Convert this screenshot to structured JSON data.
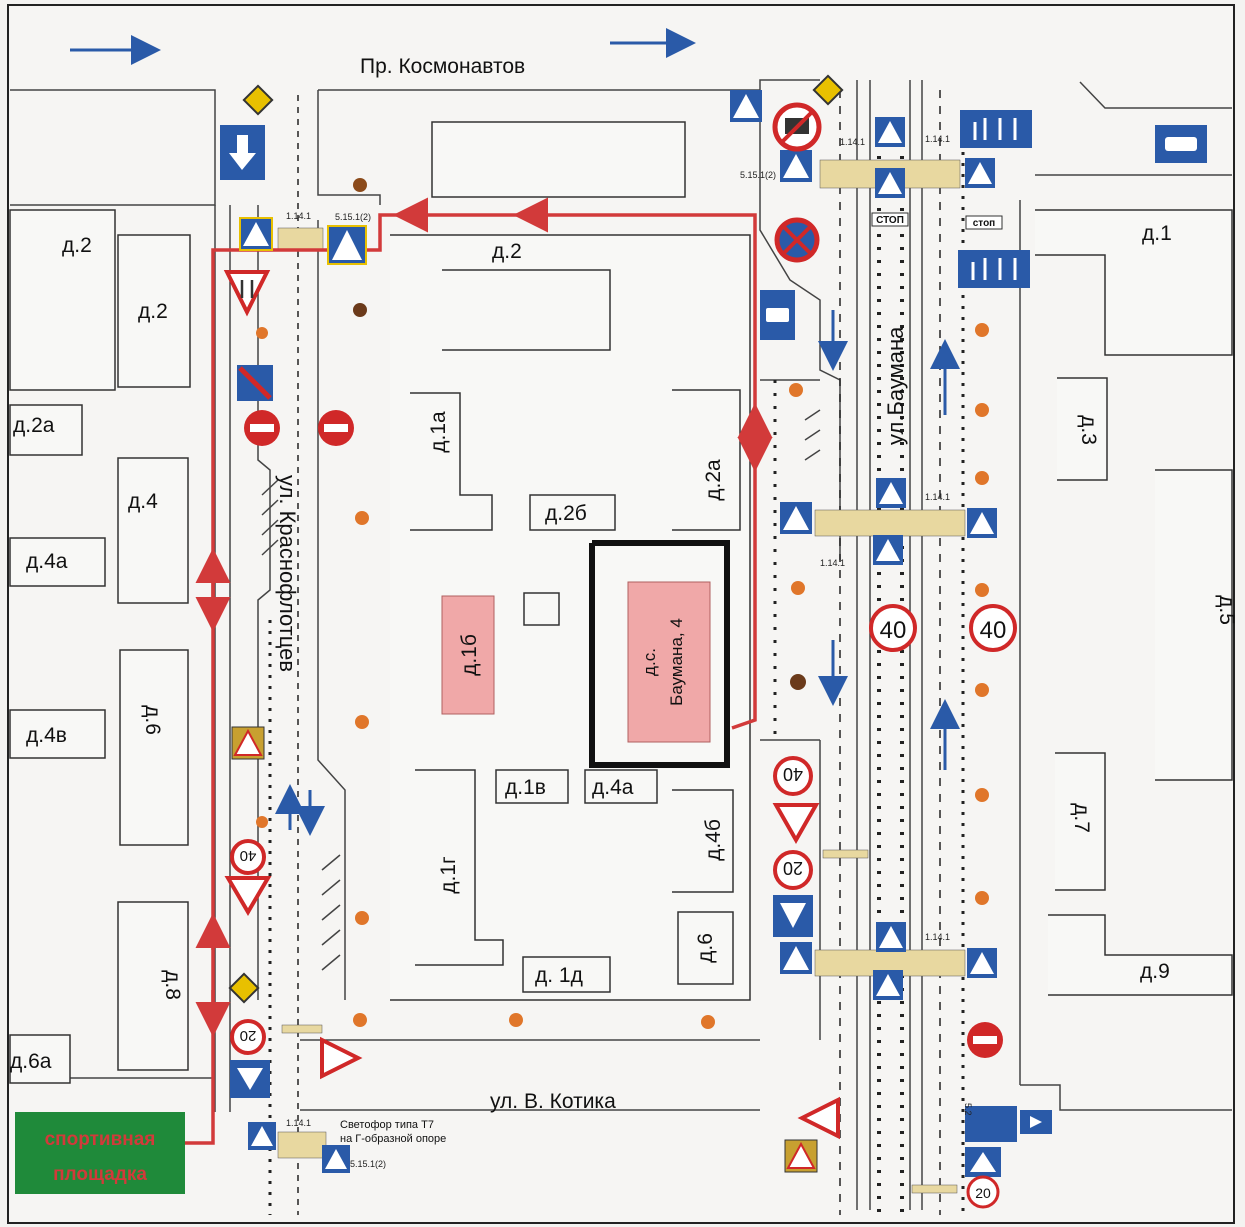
{
  "streets": {
    "kosmonavtov": "Пр. Космонавтов",
    "baumana": "ул.Баумана",
    "krasnoflottsev": "ул. Краснофлотцев",
    "kotika": "ул. В. Котика"
  },
  "buildings": {
    "d2_left_top": "д.2",
    "d2_left": "д.2",
    "d2_center": "д.2",
    "d2a_left": "д.2а",
    "d4": "д.4",
    "d4a_left": "д.4а",
    "d4v": "д.4в",
    "d6_left": "д.6",
    "d8": "д.8",
    "d6a": "д.6а",
    "d1a": "д.1а",
    "d2b": "д.2б",
    "d2a_center": "д.2а",
    "d1b": "д.1б",
    "d1v": "д.1в",
    "d4a_center": "д.4а",
    "d1g": "д.1г",
    "d4b": "д.4б",
    "d1d": "д. 1д",
    "d6_center": "д.6",
    "d1_right": "д.1",
    "d3": "д.3",
    "d5": "д.5",
    "d7": "д.7",
    "d9": "д.9",
    "kindergarten_line1": "д.с.",
    "kindergarten_line2": "Баумана, 4"
  },
  "sports_ground": {
    "line1": "спортивная",
    "line2": "площадка"
  },
  "notes": {
    "traffic_light": "Светофор типа Т7",
    "traffic_light2": "на Г-образной опоре",
    "stop1": "СТОП",
    "stop2": "стоп"
  },
  "sign_codes": {
    "c1": "5.15.1(2)",
    "c2": "1.14.1",
    "c3": "5.15.1(2)",
    "c4": "1.14.1",
    "c5": "1.14.1",
    "c6": "1.14.1",
    "c7": "1.14.1",
    "c8": "5.15.1(2)",
    "c9": "5.2",
    "c10": "1.14.1",
    "c11": "5.15.1(2)"
  },
  "speed_signs": {
    "s40a": "40",
    "s40b": "40",
    "s40c": "40",
    "s40d": "40",
    "s20a": "20",
    "s20b": "20",
    "s20c": "20"
  },
  "colors": {
    "route": "#d23a3a",
    "sign_blue": "#2a5aa8",
    "sign_red": "#d02828",
    "kindergarten_fill": "#f0a8a8",
    "sport_green": "#1f8a3a",
    "tree_orange": "#e0762a"
  }
}
